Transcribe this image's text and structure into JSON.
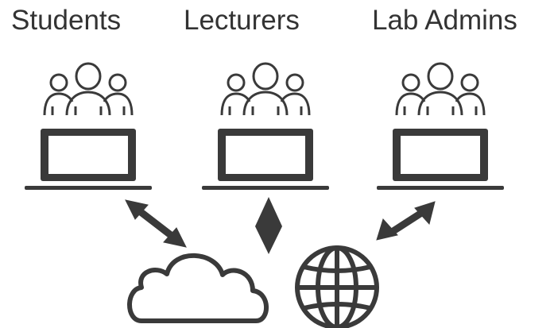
{
  "roles": [
    {
      "label": "Students"
    },
    {
      "label": "Lecturers"
    },
    {
      "label": "Lab Admins"
    }
  ],
  "icons": {
    "group": "people-group-icon",
    "laptop": "laptop-icon",
    "cloud": "cloud-icon",
    "globe": "globe-icon",
    "arrow": "double-arrow-icon"
  },
  "colors": {
    "stroke": "#3a3a3a",
    "text": "#333333"
  }
}
